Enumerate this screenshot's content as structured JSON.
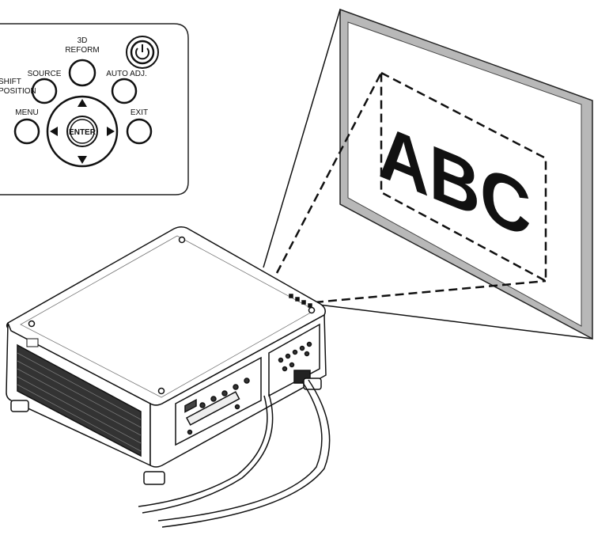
{
  "control_panel": {
    "buttons": {
      "shift_position": [
        "SHIFT",
        "POSITION"
      ],
      "source": "SOURCE",
      "reform_3d": [
        "3D",
        "REFORM"
      ],
      "auto_adj": "AUTO ADJ.",
      "menu": "MENU",
      "enter": "ENTER",
      "exit": "EXIT"
    },
    "icons": {
      "power": "power-icon",
      "up": "arrow-up-icon",
      "down": "arrow-down-icon",
      "left": "arrow-left-icon",
      "right": "arrow-right-icon"
    }
  },
  "screen": {
    "projected_text": "ABC"
  }
}
